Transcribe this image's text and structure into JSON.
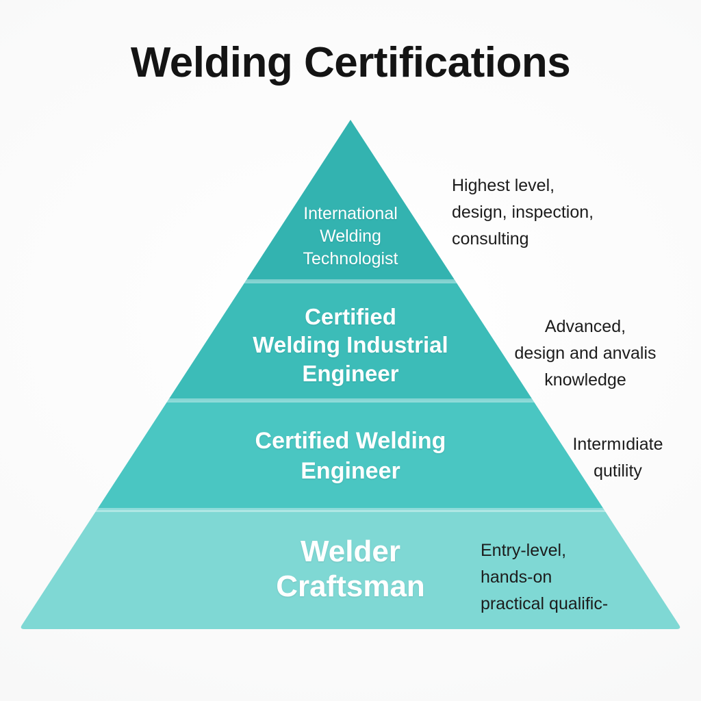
{
  "page": {
    "title": "Welding Certifications",
    "background_color": "#fbfbfb"
  },
  "chart_data": {
    "type": "pyramid",
    "title": "Welding Certifications",
    "orientation": "apex-top",
    "tier_count": 4,
    "legend": "none",
    "grid": false,
    "geometry": {
      "apex": [
        512,
        175
      ],
      "base_left": [
        32,
        913
      ],
      "base_right": [
        992,
        913
      ],
      "divider_y": [
        411,
        585,
        745
      ]
    },
    "tiers": [
      {
        "rank": 1,
        "position": "top",
        "label": "International\nWelding\nTechnologist",
        "label_plain": "International Welding Technologist",
        "annotation": "Highest level,\ndesign, inspection,\nconsulting",
        "annotation_plain": "Highest level, design, inspection, consulting",
        "color": "#33b3b0",
        "text_color": "#ffffff"
      },
      {
        "rank": 2,
        "position": "upper-middle",
        "label": "Certified\nWelding Industrial\nEngineer",
        "label_plain": "Certified Welding Industrial Engineer",
        "annotation": "Advanced,\ndesign and anvalis\nknowledge",
        "annotation_plain": "Advanced, design and anvalis knowledge",
        "color": "#3cbcb8",
        "text_color": "#ffffff"
      },
      {
        "rank": 3,
        "position": "lower-middle",
        "label": "Certified Welding\nEngineer",
        "label_plain": "Certified Welding Engineer",
        "annotation": "Intermıdiate\nqutility",
        "annotation_plain": "Intermıdiate qutility",
        "color": "#4ac6c2",
        "text_color": "#ffffff"
      },
      {
        "rank": 4,
        "position": "bottom",
        "label": "Welder\nCraftsman",
        "label_plain": "Welder Craftsman",
        "annotation": "Entry-level,\nhands-on\npractical qualific-",
        "annotation_plain": "Entry-level, hands-on practical qualific-",
        "color": "#7fd8d4",
        "text_color": "#ffffff"
      }
    ],
    "divider_color": "#a8e3e0"
  }
}
